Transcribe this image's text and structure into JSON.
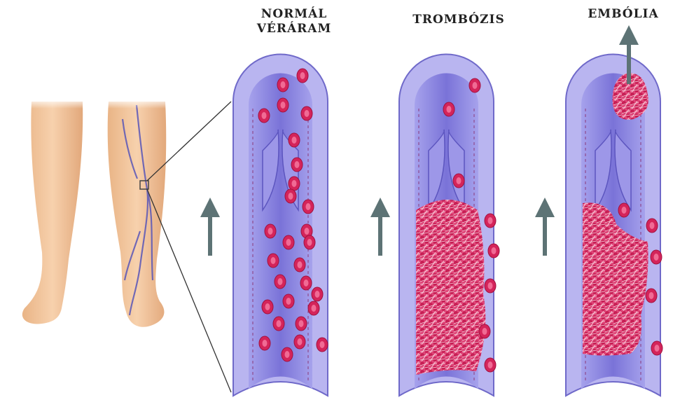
{
  "labels": {
    "normal_line1": "NORMÁL",
    "normal_line2": "VÉRÁRAM",
    "thrombosis": "TROMBÓZIS",
    "embolism": "EMBÓLIA"
  },
  "colors": {
    "vessel_wall": "#b9b5f0",
    "vessel_wall_dark": "#6f69c9",
    "lumen": "#8c86e0",
    "blood_cell": "#d4245a",
    "clot": "#e64c7d",
    "arrow": "#5d7375",
    "skin": "#f2c49a"
  }
}
